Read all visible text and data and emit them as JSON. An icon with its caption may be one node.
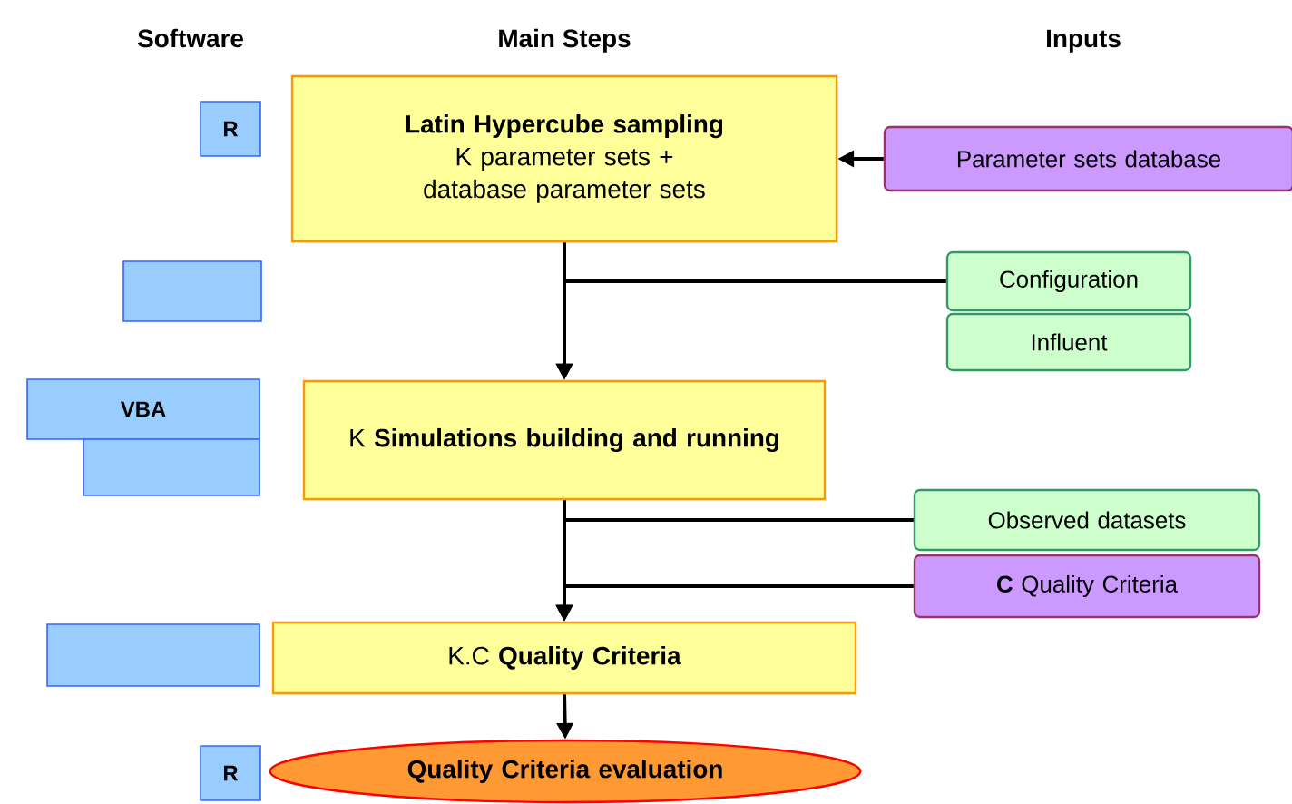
{
  "diagram": {
    "nodes": [
      {
        "text": [
          "R"
        ]
      },
      {
        "text": [
          "Latin Hypercube sampling",
          "K parameter sets + database parameter sets"
        ]
      },
      {
        "text": [
          "Parameter sets database"
        ]
      },
      {
        "text": [],
        "shape": "box"
      },
      {
        "text": [
          "Configuration"
        ]
      },
      {
        "text": [
          "Influent"
        ]
      },
      {
        "text": [
          "VBA"
        ]
      },
      {
        "text": [],
        "shape": "box"
      },
      {
        "text": [
          "K **Simulations building and running**"
        ]
      },
      {
        "text": [
          "Observed datasets"
        ]
      },
      {
        "text": [
          "**C** Quality Criteria"
        ]
      },
      {
        "text": [],
        "shape": "box"
      },
      {
        "text": [
          "K.C **Quality Criteria**"
        ]
      },
      {
        "text": [
          "R"
        ]
      },
      {
        "text": [
          "Quality Criteria evaluation"
        ]
      }
    ],
    "edges": [
      {
        "from": 2,
        "to": 1,
        "arrow": "to"
      },
      {
        "from": 1,
        "to": 8,
        "arrow": "to"
      },
      {
        "from": 4,
        "to": 8,
        "arrow": "to"
      },
      {
        "from": 8,
        "to": 12,
        "arrow": "to"
      },
      {
        "from": 9,
        "to": 12,
        "arrow": "to"
      },
      {
        "from": 10,
        "to": 12,
        "arrow": "to"
      },
      {
        "from": 12,
        "to": 14,
        "arrow": "to"
      }
    ],
    "labels": [
      "Software",
      "Main Steps",
      "Inputs"
    ]
  }
}
